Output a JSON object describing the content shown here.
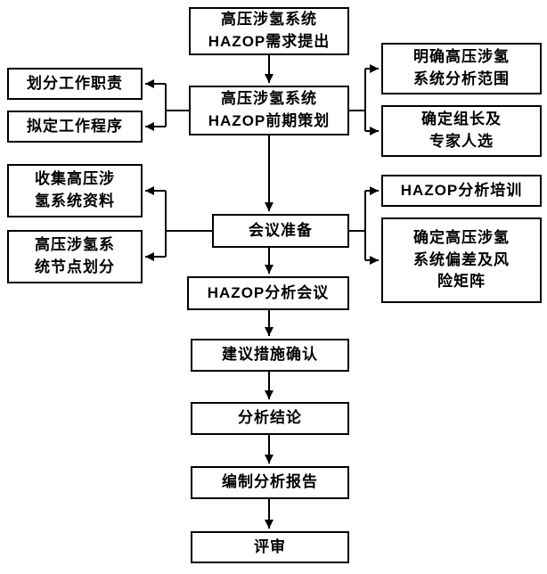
{
  "diagram": {
    "type": "flowchart",
    "language": "zh-CN",
    "colors": {
      "box_border": "#000000",
      "box_fill": "#ffffff",
      "arrow": "#000000",
      "text": "#000000",
      "background": "#ffffff"
    },
    "nodes": {
      "demand": {
        "label": "高压涉氢系统\nHAZOP需求提出"
      },
      "planning": {
        "label": "高压涉氢系统\nHAZOP前期策划"
      },
      "duties": {
        "label": "划分工作职责"
      },
      "procedure": {
        "label": "拟定工作程序"
      },
      "scope": {
        "label": "明确高压涉氢\n系统分析范围"
      },
      "leader": {
        "label": "确定组长及\n专家人选"
      },
      "meeting_prep": {
        "label": "会议准备"
      },
      "collect": {
        "label": "收集高压涉\n氢系统资料"
      },
      "node_division": {
        "label": "高压涉氢系\n统节点划分"
      },
      "training": {
        "label": "HAZOP分析培训"
      },
      "deviation": {
        "label": "确定高压涉氢\n系统偏差及风\n险矩阵"
      },
      "hazop_meeting": {
        "label": "HAZOP分析会议"
      },
      "measures": {
        "label": "建议措施确认"
      },
      "conclusion": {
        "label": "分析结论"
      },
      "report": {
        "label": "编制分析报告"
      },
      "review": {
        "label": "评审"
      }
    },
    "edges": [
      {
        "from": "demand",
        "to": "planning"
      },
      {
        "from": "planning",
        "to": "duties"
      },
      {
        "from": "planning",
        "to": "procedure"
      },
      {
        "from": "planning",
        "to": "scope"
      },
      {
        "from": "planning",
        "to": "leader"
      },
      {
        "from": "planning",
        "to": "meeting_prep"
      },
      {
        "from": "meeting_prep",
        "to": "collect"
      },
      {
        "from": "meeting_prep",
        "to": "node_division"
      },
      {
        "from": "meeting_prep",
        "to": "training"
      },
      {
        "from": "meeting_prep",
        "to": "deviation"
      },
      {
        "from": "meeting_prep",
        "to": "hazop_meeting"
      },
      {
        "from": "hazop_meeting",
        "to": "measures"
      },
      {
        "from": "measures",
        "to": "conclusion"
      },
      {
        "from": "conclusion",
        "to": "report"
      },
      {
        "from": "report",
        "to": "review"
      }
    ]
  }
}
